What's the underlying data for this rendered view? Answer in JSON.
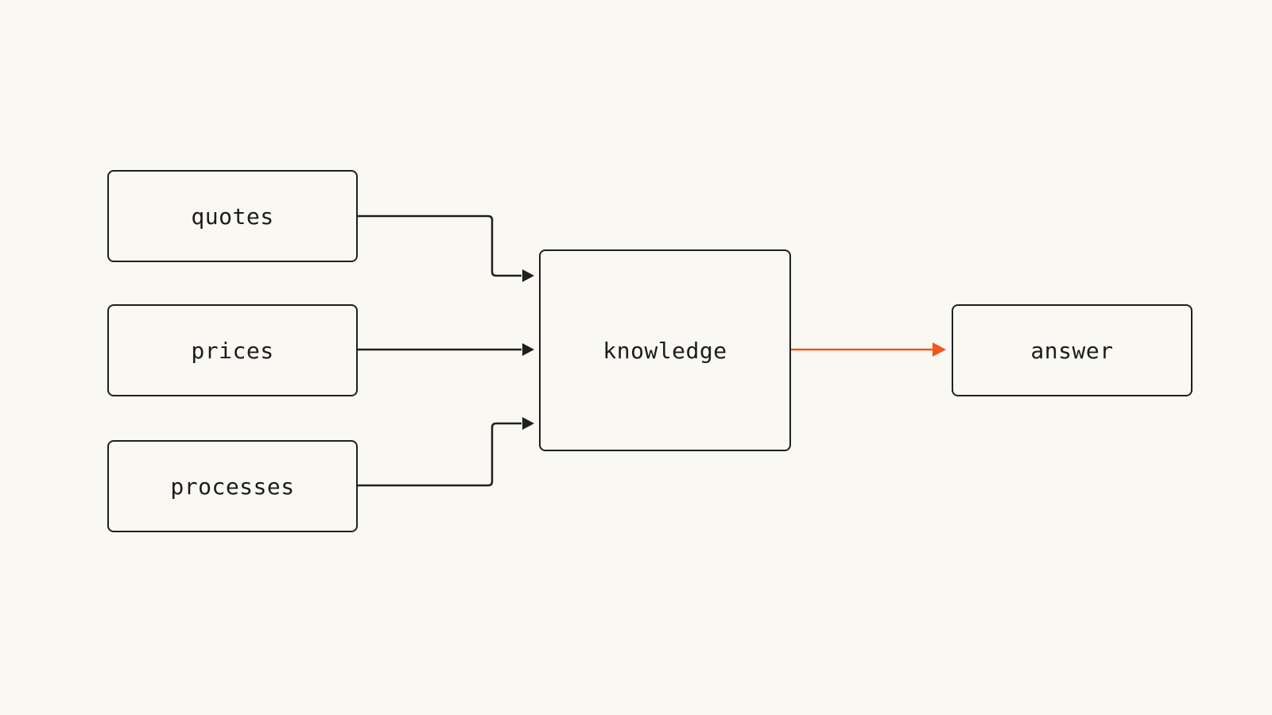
{
  "diagram": {
    "nodes": {
      "quotes": {
        "label": "quotes"
      },
      "prices": {
        "label": "prices"
      },
      "processes": {
        "label": "processes"
      },
      "knowledge": {
        "label": "knowledge"
      },
      "answer": {
        "label": "answer"
      }
    },
    "edges": [
      {
        "from": "quotes",
        "to": "knowledge"
      },
      {
        "from": "prices",
        "to": "knowledge"
      },
      {
        "from": "processes",
        "to": "knowledge"
      },
      {
        "from": "knowledge",
        "to": "answer",
        "highlight": true
      }
    ],
    "colors": {
      "stroke": "#1f1f1f",
      "highlight": "#f0561d",
      "background": "#faf8f3"
    }
  }
}
